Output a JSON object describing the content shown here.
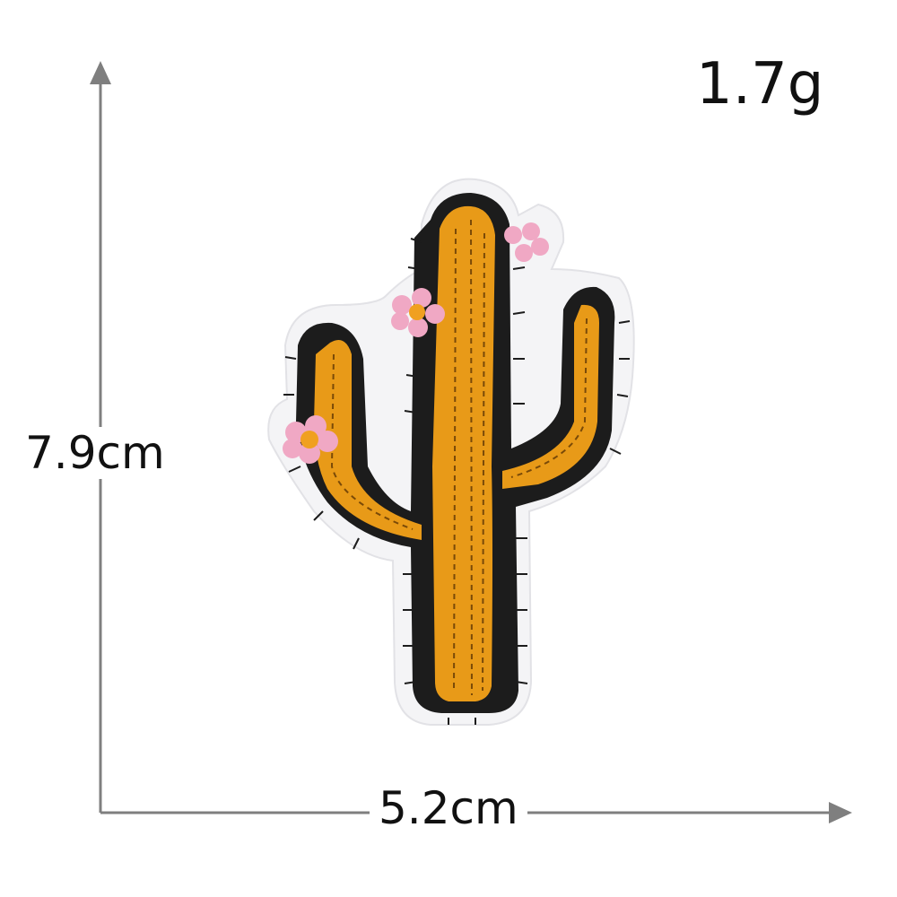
{
  "product_photo": {
    "subject": "cactus-embroidered-patch",
    "colors": {
      "backing": "#f4f4f6",
      "outline": "#1c1c1c",
      "cactus_fill": "#e89a18",
      "stitch": "#7a4a08",
      "flower": "#f0a8c4",
      "flower_center": "#f0a020"
    }
  },
  "dimensions": {
    "weight": "1.7g",
    "height": "7.9cm",
    "width": "5.2cm",
    "arrow_color": "#7f7f7f"
  }
}
